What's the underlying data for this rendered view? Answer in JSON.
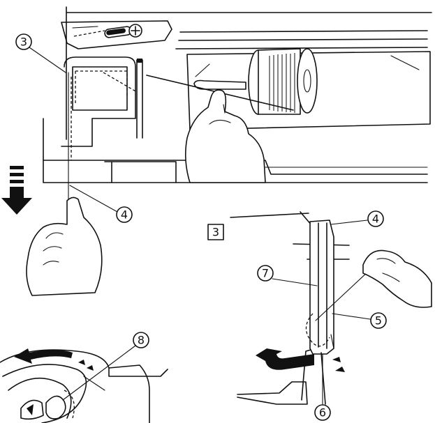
{
  "callouts": {
    "c3": "3",
    "c4_top": "4",
    "c4_right": "4",
    "c5": "5",
    "c6": "6",
    "c7": "7",
    "c8": "8"
  },
  "step_box": "3",
  "icons": [
    "spool-pin",
    "thread-spool",
    "thread-guide",
    "hand-pulling-thread",
    "down-arrow",
    "curved-arrow"
  ]
}
